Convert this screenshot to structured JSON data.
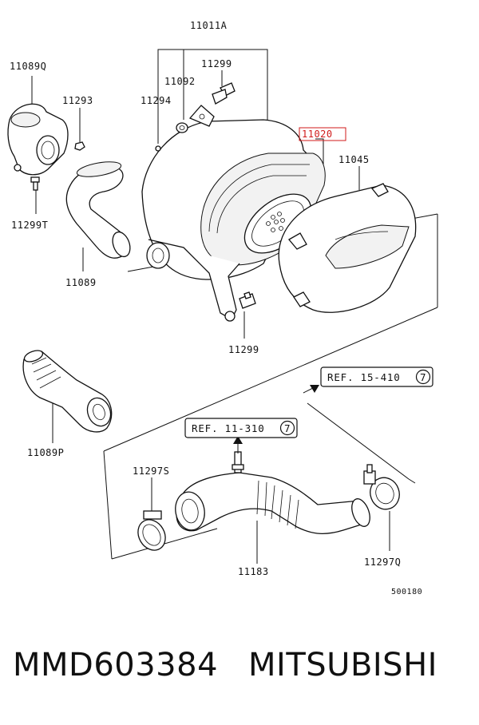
{
  "labels": {
    "p11011A": "11011A",
    "p11089Q": "11089Q",
    "p11299_top": "11299",
    "p11092": "11092",
    "p11293": "11293",
    "p11294": "11294",
    "p11020": "11020",
    "p11045": "11045",
    "p11299T": "11299T",
    "p11089": "11089",
    "p11299_bottom": "11299",
    "p11089P": "11089P",
    "p11297S": "11297S",
    "p11183": "11183",
    "p11297Q": "11297Q",
    "ref_upper": "REF. 15-410",
    "ref_upper_circle": "7",
    "ref_lower": "REF. 11-310",
    "ref_lower_circle": "7",
    "drawing_no": "500180"
  },
  "footer": {
    "part_number": "MMD603384",
    "brand": "MITSUBISHI"
  },
  "colors": {
    "highlight": "#d11a1a",
    "line": "#111111"
  }
}
